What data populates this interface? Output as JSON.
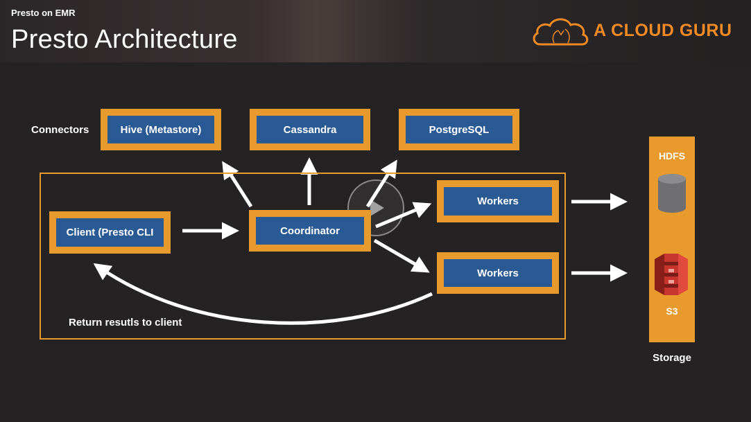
{
  "header": {
    "subtitle": "Presto on EMR",
    "title": "Presto Architecture",
    "brand": "A CLOUD GURU"
  },
  "diagram": {
    "connectors_label": "Connectors",
    "connectors": [
      "Hive (Metastore)",
      "Cassandra",
      "PostgreSQL"
    ],
    "client": "Client (Presto CLI",
    "coordinator": "Coordinator",
    "workers": [
      "Workers",
      "Workers"
    ],
    "return_label": "Return resutls to client",
    "storage": {
      "hdfs": "HDFS",
      "s3": "S3",
      "label": "Storage"
    }
  },
  "colors": {
    "background": "#252223",
    "box_fill": "#2a5a93",
    "accent_orange": "#e89b2c",
    "brand_orange": "#f08a24",
    "s3_red": "#c7352c"
  }
}
